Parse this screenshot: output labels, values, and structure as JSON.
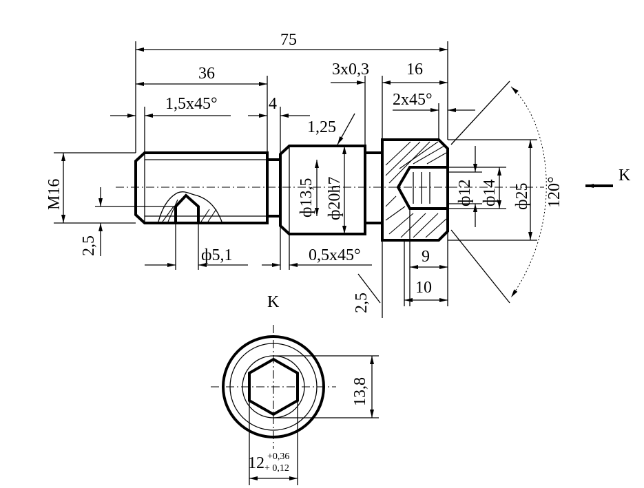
{
  "drawing": {
    "dimensions": {
      "overall_length": "75",
      "thread_length": "36",
      "left_chamfer": "1,5x45°",
      "groove_width": "4",
      "thread_pitch": "1,25",
      "right_chamfer_top": "3x0,3",
      "head_length": "16",
      "head_chamfer": "2x45°",
      "thread": "M16",
      "pin_offset": "2,5",
      "pin_hole": "ф5,1",
      "groove_chamfer": "0,5x45°",
      "neck_depth": "2,5",
      "groove_diameter": "ф13,5",
      "shaft_diameter": "ф20h7",
      "socket_diameter": "ф12",
      "socket_outer": "ф14",
      "head_diameter": "ф25",
      "socket_depth": "9",
      "head_width": "10",
      "cone_angle": "120°",
      "view_arrow": "K"
    },
    "view_k": {
      "title": "K",
      "hex_across_flats": "13,8",
      "hex_size": "12",
      "tol_upper": "+0,36",
      "tol_lower": "+ 0,12"
    }
  }
}
